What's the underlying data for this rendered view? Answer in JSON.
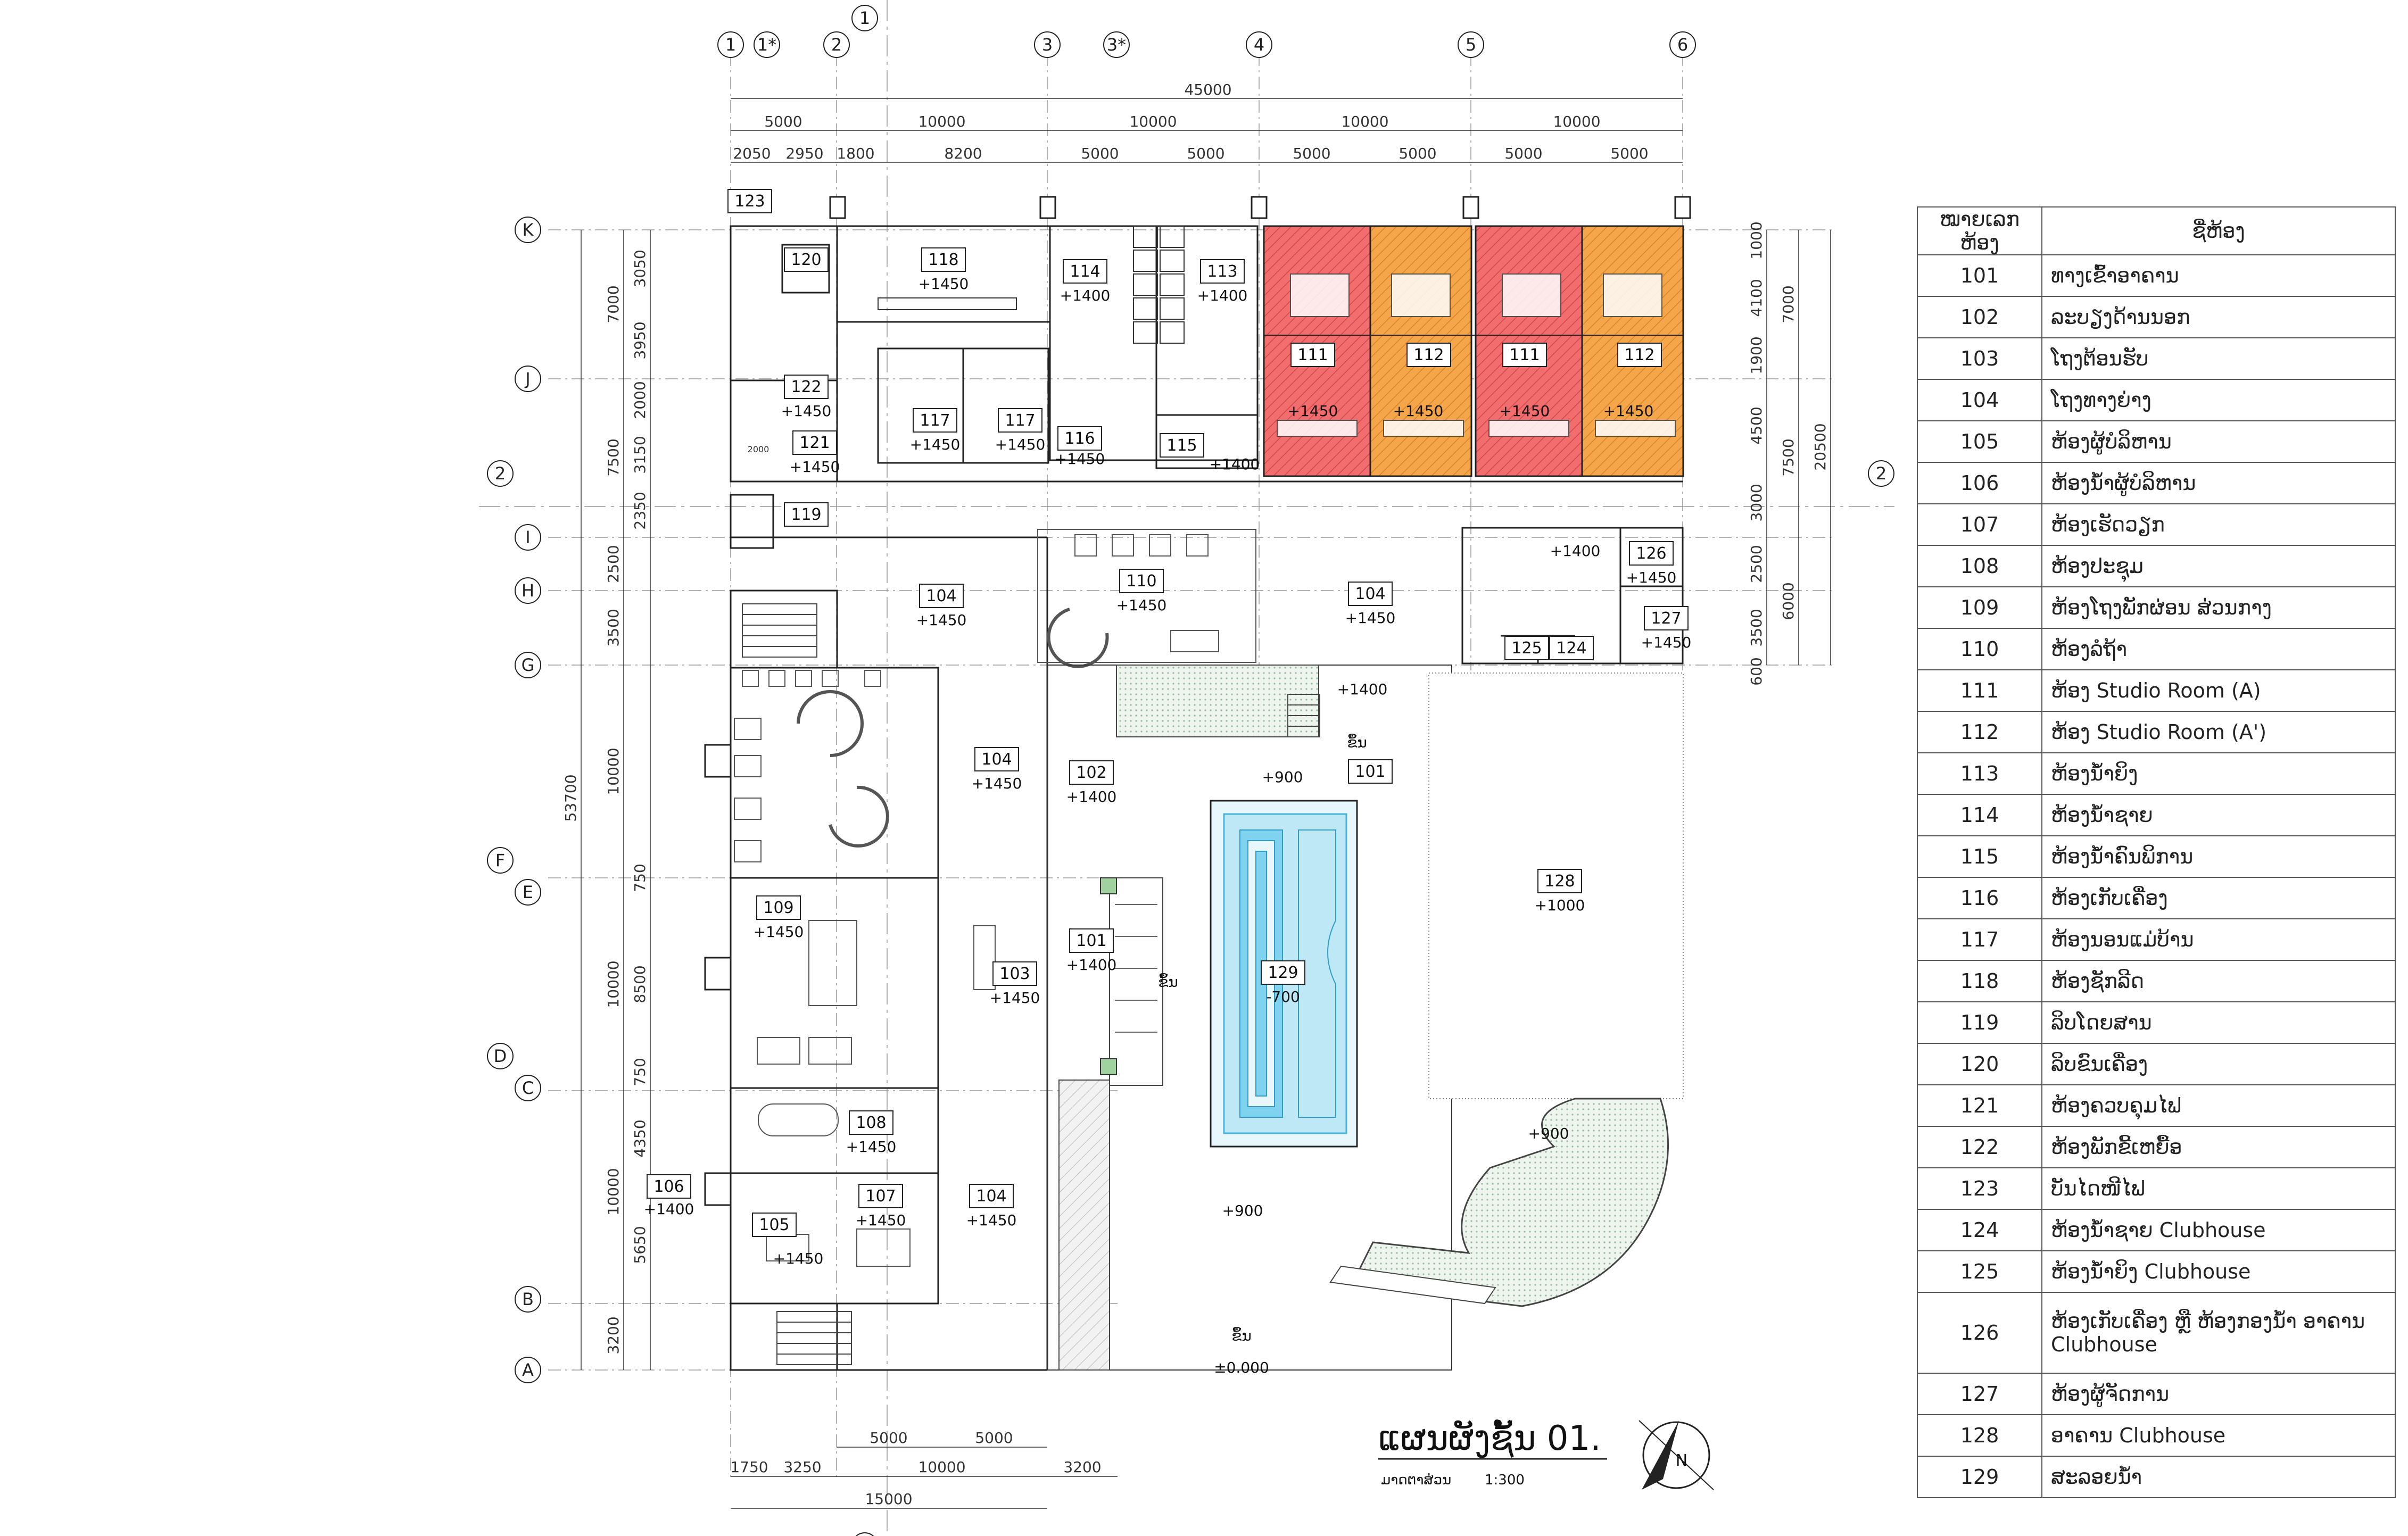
{
  "plan": {
    "title": "ແຜນຜັງຊັ້ນ 01.",
    "scale_label": "ມາດຕາສ່ວນ",
    "scale_value": "1:300",
    "north_label": "N",
    "section_marks": [
      "1",
      "2"
    ],
    "grid_columns": [
      "1",
      "1*",
      "2",
      "3",
      "3*",
      "4",
      "5",
      "6"
    ],
    "grid_rows": [
      "K",
      "J",
      "I",
      "H",
      "G",
      "F",
      "E",
      "D",
      "C",
      "B",
      "A"
    ],
    "top_total": "45000",
    "top_dims_mid": [
      "5000",
      "10000",
      "10000",
      "10000",
      "10000"
    ],
    "top_dims_fine": [
      "2050",
      "2950",
      "1800",
      "8200",
      "5000",
      "5000",
      "5000",
      "5000",
      "5000",
      "5000"
    ],
    "left_dims_outer": [
      "7000",
      "7500",
      "2350",
      "2500",
      "3500",
      "10000",
      "750",
      "10000",
      "750",
      "10000",
      "3200"
    ],
    "left_dims_inner": [
      "3050",
      "3950",
      "2000",
      "3150",
      "8500",
      "4350",
      "5650"
    ],
    "left_total": "53700",
    "right_dims_inner": [
      "1000",
      "4100",
      "1900",
      "4500",
      "3000",
      "2500",
      "3500",
      "600"
    ],
    "right_dims_outer": [
      "7000",
      "7500",
      "6000"
    ],
    "right_total": "20500",
    "bottom_dims_top": [
      "5000",
      "5000"
    ],
    "bottom_dims_mid": [
      "1750",
      "3250",
      "10000",
      "3200"
    ],
    "bottom_total": "15000",
    "stair_label": "ຂຶ້ນ",
    "mech_label": "2000",
    "rooms": [
      {
        "id": "123",
        "level": ""
      },
      {
        "id": "120",
        "level": ""
      },
      {
        "id": "118",
        "level": "+1450"
      },
      {
        "id": "114",
        "level": "+1400"
      },
      {
        "id": "113",
        "level": "+1400"
      },
      {
        "id": "111",
        "level": "+1450"
      },
      {
        "id": "112",
        "level": "+1450"
      },
      {
        "id": "111",
        "level": "+1450"
      },
      {
        "id": "112",
        "level": "+1450"
      },
      {
        "id": "122",
        "level": "+1450"
      },
      {
        "id": "121",
        "level": "+1450"
      },
      {
        "id": "117",
        "level": "+1450"
      },
      {
        "id": "117",
        "level": "+1450"
      },
      {
        "id": "116",
        "level": "+1450"
      },
      {
        "id": "115",
        "level": "+1400"
      },
      {
        "id": "119",
        "level": ""
      },
      {
        "id": "104",
        "level": "+1450"
      },
      {
        "id": "110",
        "level": "+1450"
      },
      {
        "id": "104",
        "level": "+1450"
      },
      {
        "id": "126",
        "level": "+1450"
      },
      {
        "id": "127",
        "level": "+1450"
      },
      {
        "id": "125",
        "level": ""
      },
      {
        "id": "124",
        "level": ""
      },
      {
        "id": "104",
        "level": "+1450"
      },
      {
        "id": "102",
        "level": "+1400"
      },
      {
        "id": "101",
        "level": ""
      },
      {
        "id": "128",
        "level": "+1000"
      },
      {
        "id": "109",
        "level": "+1450"
      },
      {
        "id": "103",
        "level": "+1450"
      },
      {
        "id": "101",
        "level": "+1400"
      },
      {
        "id": "129",
        "level": "-700"
      },
      {
        "id": "108",
        "level": "+1450"
      },
      {
        "id": "106",
        "level": "+1400"
      },
      {
        "id": "107",
        "level": "+1450"
      },
      {
        "id": "104",
        "level": "+1450"
      },
      {
        "id": "105",
        "level": "+1450"
      }
    ],
    "levels": [
      "+1400",
      "+1400",
      "+1400",
      "+900",
      "+900",
      "+900",
      "±0.000"
    ]
  },
  "legend": {
    "header_num": "ໝາຍເລກຫ້ອງ",
    "header_name": "ຊື່ຫ້ອງ",
    "rows": [
      {
        "num": "101",
        "name": "ທາງເຂົ້າອາຄານ"
      },
      {
        "num": "102",
        "name": "ລະບຽງດ້ານນອກ"
      },
      {
        "num": "103",
        "name": "ໂຖງຕ້ອນຮັບ"
      },
      {
        "num": "104",
        "name": "ໂຖງທາງຍ່າງ"
      },
      {
        "num": "105",
        "name": "ຫ້ອງຜູ້ບໍລິຫານ"
      },
      {
        "num": "106",
        "name": "ຫ້ອງນ້ຳຜູ້ບໍລິຫານ"
      },
      {
        "num": "107",
        "name": "ຫ້ອງເຮັດວຽກ"
      },
      {
        "num": "108",
        "name": "ຫ້ອງປະຊຸມ"
      },
      {
        "num": "109",
        "name": "ຫ້ອງໂຖງພັກຜ່ອນ ສ່ວນກາງ"
      },
      {
        "num": "110",
        "name": "ຫ້ອງລໍຖ້າ"
      },
      {
        "num": "111",
        "name": "ຫ້ອງ Studio Room (A)"
      },
      {
        "num": "112",
        "name": "ຫ້ອງ Studio Room (A')"
      },
      {
        "num": "113",
        "name": "ຫ້ອງນ້ຳຍິງ"
      },
      {
        "num": "114",
        "name": "ຫ້ອງນ້ຳຊາຍ"
      },
      {
        "num": "115",
        "name": "ຫ້ອງນ້ຳຄົນພິການ"
      },
      {
        "num": "116",
        "name": "ຫ້ອງເກັບເຄື່ອງ"
      },
      {
        "num": "117",
        "name": "ຫ້ອງນອນແມ່ບ້ານ"
      },
      {
        "num": "118",
        "name": "ຫ້ອງຊັກລີດ"
      },
      {
        "num": "119",
        "name": "ລິບໂດຍສານ"
      },
      {
        "num": "120",
        "name": "ລິບຂົນເຄື່ອງ"
      },
      {
        "num": "121",
        "name": "ຫ້ອງຄວບຄຸມໄຟ"
      },
      {
        "num": "122",
        "name": "ຫ້ອງພັກຂີ້ເຫຍື້ອ"
      },
      {
        "num": "123",
        "name": "ບັນໄດໜີໄຟ"
      },
      {
        "num": "124",
        "name": "ຫ້ອງນ້ຳຊາຍ Clubhouse"
      },
      {
        "num": "125",
        "name": "ຫ້ອງນ້ຳຍິງ Clubhouse"
      },
      {
        "num": "126",
        "name": "ຫ້ອງເກັບເຄື່ອງ ຫຼື ຫ້ອງກອງນ້ຳ ອາຄານ Clubhouse"
      },
      {
        "num": "127",
        "name": "ຫ້ອງຜູ້ຈັດການ"
      },
      {
        "num": "128",
        "name": "ອາຄານ Clubhouse"
      },
      {
        "num": "129",
        "name": "ສະລອຍນ້ຳ"
      }
    ]
  },
  "colors": {
    "studio_a": "#f26d6d",
    "studio_a_prime": "#f5a64a",
    "pool_blue": "#7fd3ef",
    "landscape_green": "#b8d8b8",
    "line": "#222222",
    "grid_line": "#888888"
  }
}
